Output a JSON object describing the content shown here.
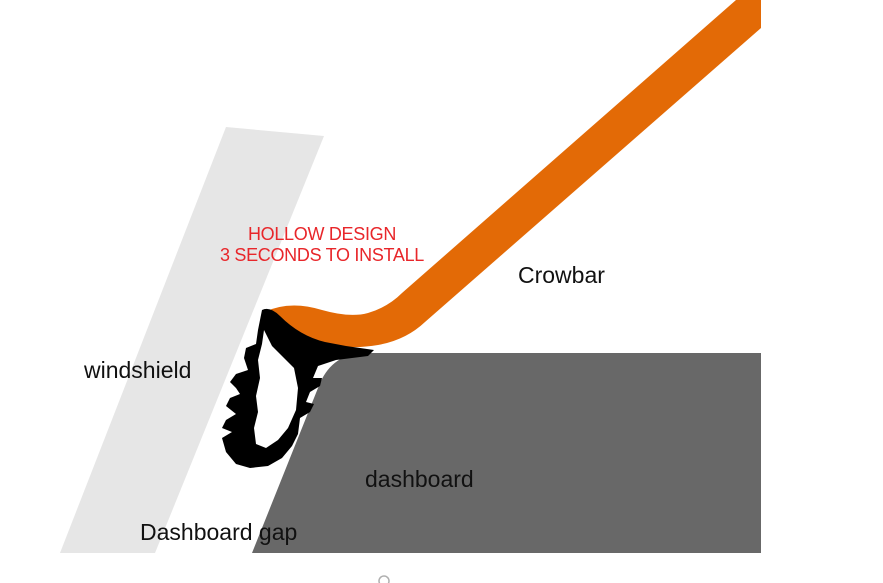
{
  "callout": {
    "line1": "HOLLOW DESIGN",
    "line2": "3 SECONDS TO INSTALL"
  },
  "labels": {
    "crowbar": "Crowbar",
    "windshield": "windshield",
    "dashboard": "dashboard",
    "dashboard_gap": "Dashboard gap"
  },
  "colors": {
    "crowbar": "#e36a06",
    "windshield": "#e6e6e6",
    "dashboard": "#686868",
    "seal": "#000000",
    "callout_text": "#e8262a",
    "label_text": "#111111"
  },
  "icons": {
    "seal": "hollow-rubber-seal-strip-icon"
  }
}
